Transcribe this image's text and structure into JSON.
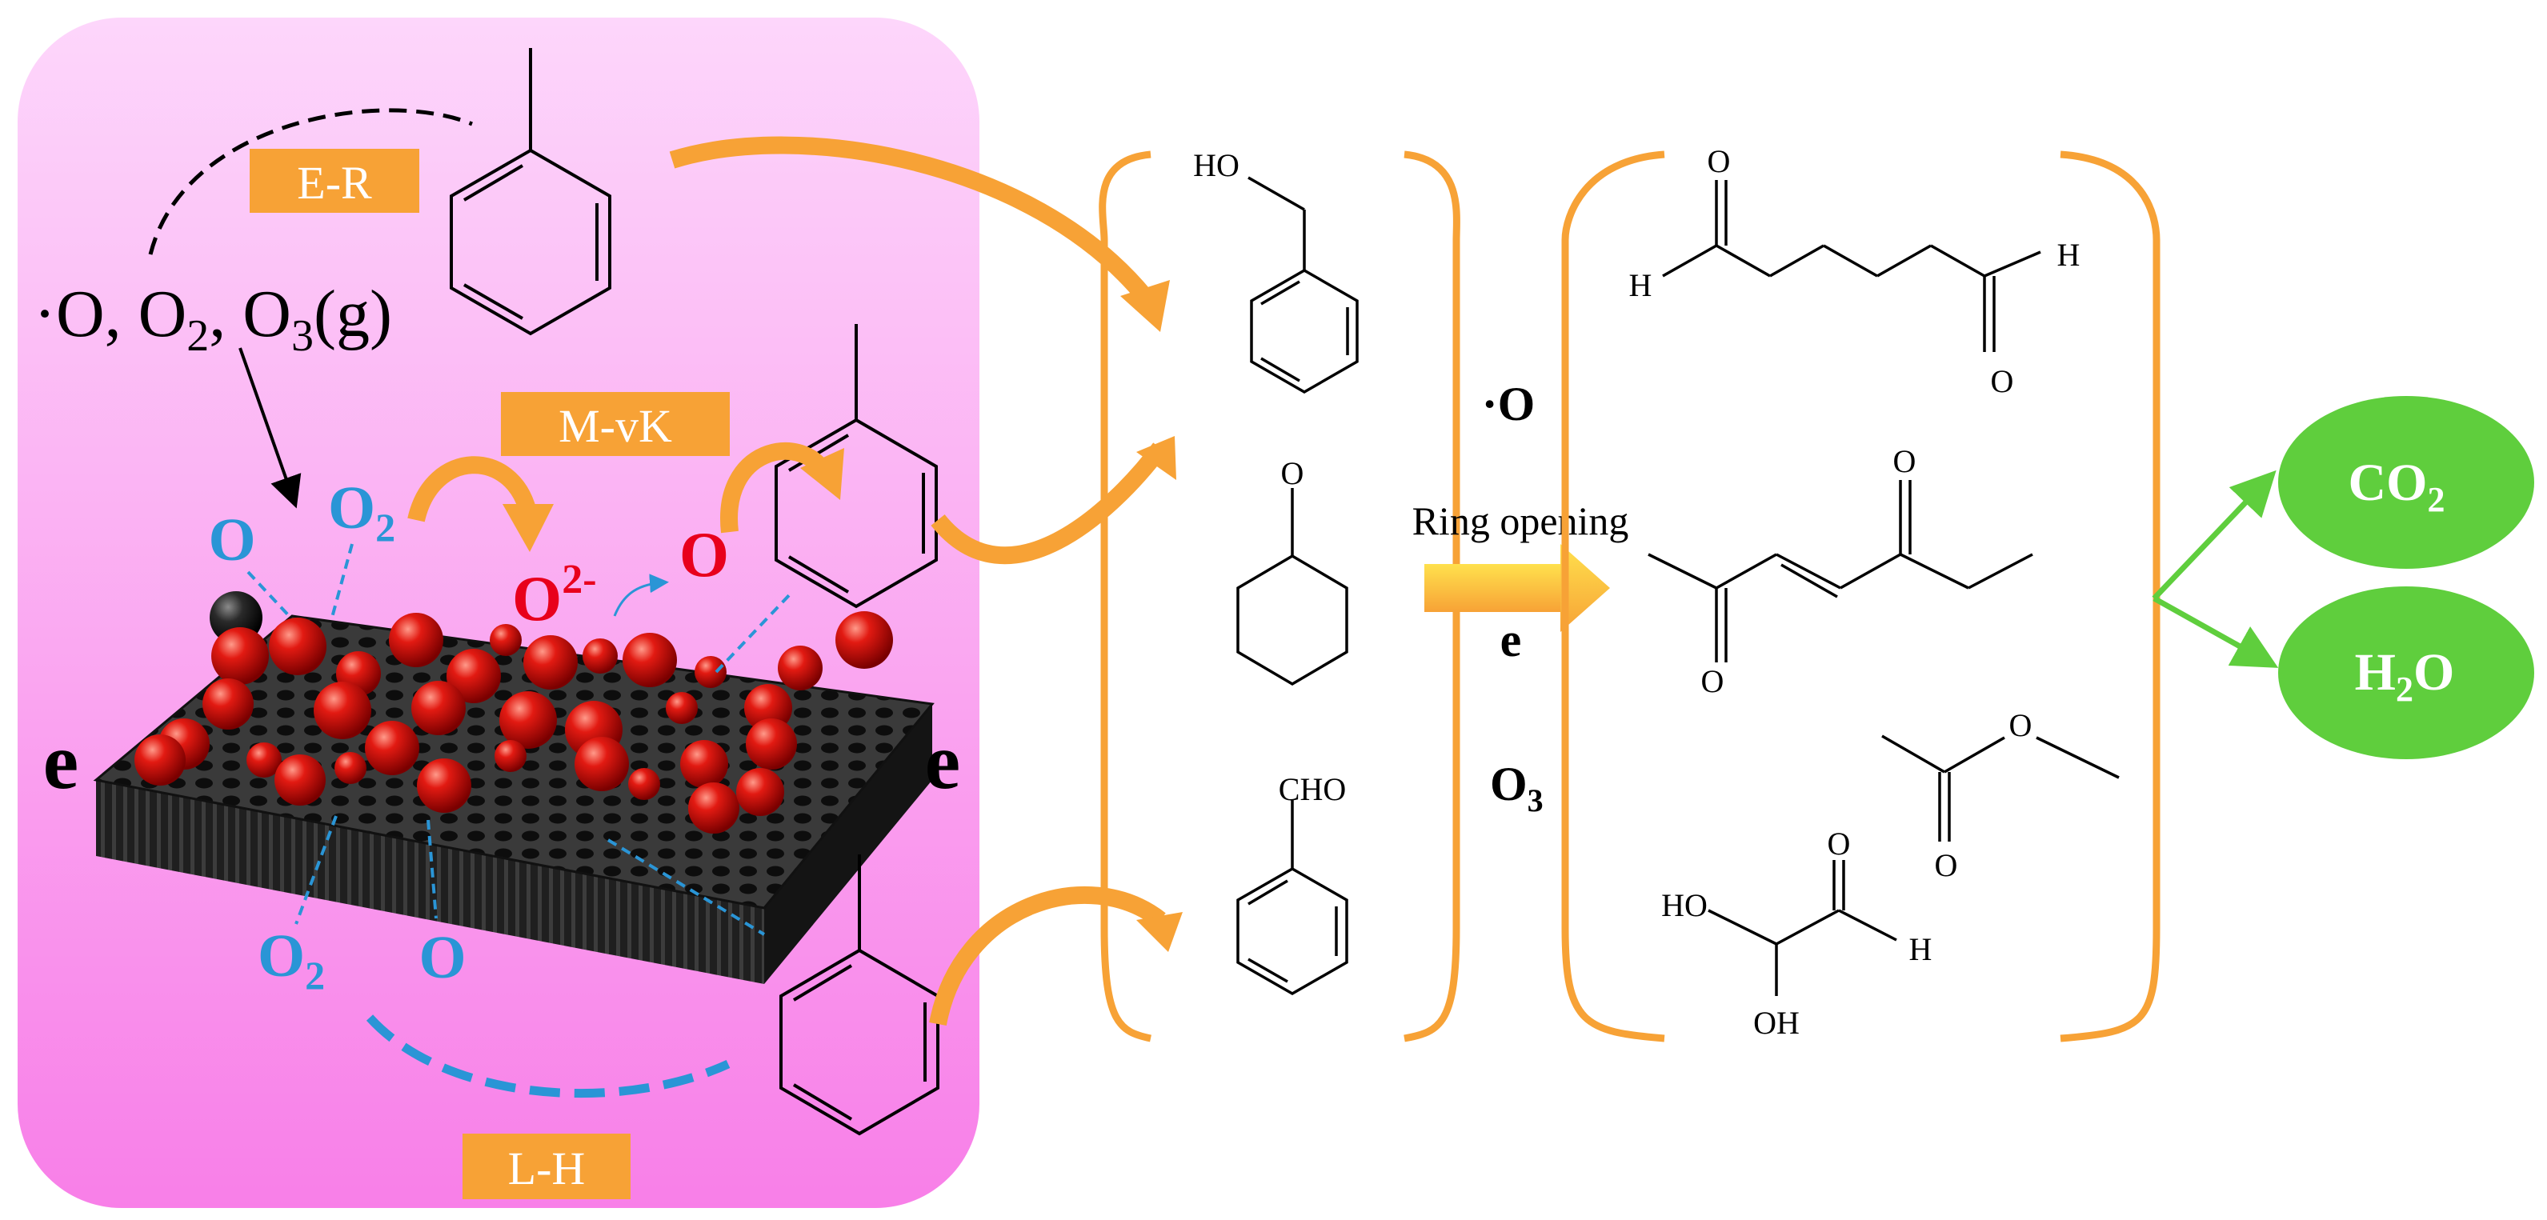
{
  "mechanism_panel": {
    "oxidant_label": "·O, O",
    "oxidant_sub1": "2",
    "oxidant_mid": ", O",
    "oxidant_sub2": "3",
    "oxidant_tail": "(g)",
    "er_label": "E-R",
    "mvk_label": "M-vK",
    "lh_label": "L-H",
    "o_top_left": "O",
    "o2_top": "O",
    "o2_top_sub": "2",
    "o2_minus": "O",
    "o2_minus_sup": "2-",
    "o_red": "O",
    "o2_bottom": "O",
    "o2_bottom_sub": "2",
    "o_bottom": "O",
    "e_left": "e",
    "e_right": "e"
  },
  "intermediates": {
    "benzyl_alcohol_label": "HO",
    "cyclohexanone_label": "O",
    "benzaldehyde_label": "CHO"
  },
  "conditions": {
    "o_radical": "·O",
    "ring_opening": "Ring opening",
    "electron": "e",
    "ozone": "O",
    "ozone_sub": "3"
  },
  "products": {
    "dialdehyde_o_top": "O",
    "dialdehyde_h_left": "H",
    "dialdehyde_h_right": "H",
    "dialdehyde_o_bottom": "O",
    "dione_o_top": "O",
    "dione_o_bottom": "O",
    "ester_o_mid": "O",
    "ester_o_bottom": "O",
    "glyox_o_top": "O",
    "glyox_ho": "HO",
    "glyox_h": "H",
    "glyox_oh": "OH"
  },
  "final_products": {
    "co2": "CO",
    "co2_sub": "2",
    "h2o_h": "H",
    "h2o_sub": "2",
    "h2o_o": "O"
  },
  "colors": {
    "panel_top": "#fdd6fb",
    "panel_bottom": "#f87fe8",
    "orange": "#f7a236",
    "blue_label": "#2a95d6",
    "red_label": "#e8001c",
    "green": "#5fce3d",
    "sphere_red": "#d10a0a",
    "surface_dark": "#262626"
  }
}
